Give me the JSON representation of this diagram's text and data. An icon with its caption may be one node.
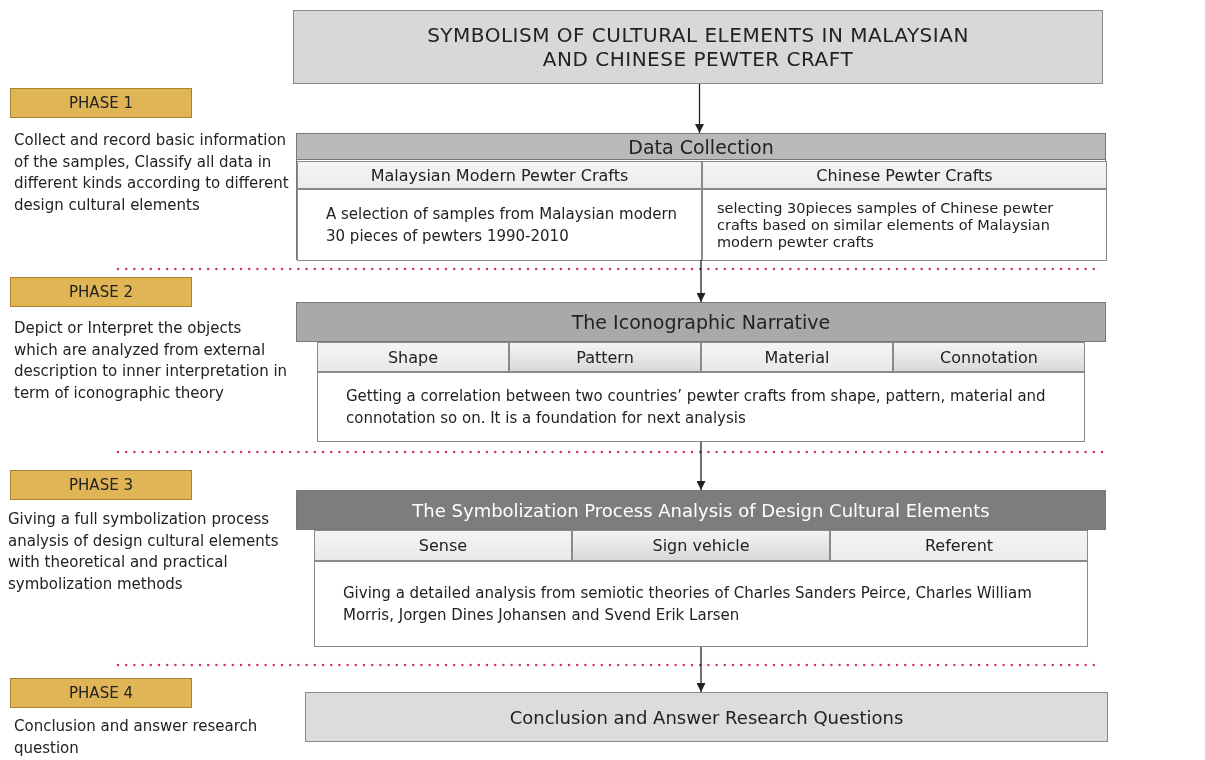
{
  "diagram": {
    "nodes": [
      {
        "text": [
          "SYMBOLISM OF CULTURAL ELEMENTS IN MALAYSIAN AND CHINESE PEWTER CRAFT"
        ]
      },
      {
        "text": [
          "Data Collection"
        ]
      },
      {
        "text": [
          "Malaysian Modern Pewter Crafts"
        ],
        "in": 1
      },
      {
        "text": [
          "Chinese Pewter Crafts"
        ],
        "in": 1
      },
      {
        "text": [
          "A selection of samples from Malaysian modern 30 pieces of pewters 1990-2010"
        ],
        "in": 1
      },
      {
        "text": [
          "selecting 30pieces samples of Chinese pewter crafts based on similar elements of Malaysian modern pewter crafts"
        ],
        "in": 1
      },
      {
        "text": [
          "The Iconographic Narrative"
        ]
      },
      {
        "text": [
          "Shape"
        ]
      },
      {
        "text": [
          "Pattern"
        ]
      },
      {
        "text": [
          "Material"
        ]
      },
      {
        "text": [
          "Connotation"
        ]
      },
      {
        "text": [
          "Getting a correlation between two countries’ pewter crafts from shape, pattern, material and connotation so on. It is a foundation for next analysis"
        ]
      },
      {
        "text": [
          "The Symbolization Process Analysis of Design Cultural Elements"
        ]
      },
      {
        "text": [
          "Sense"
        ]
      },
      {
        "text": [
          "Sign vehicle"
        ]
      },
      {
        "text": [
          "Referent"
        ]
      },
      {
        "text": [
          "Giving a detailed analysis from semiotic theories of Charles Sanders Peirce, Charles William Morris, Jorgen Dines Johansen and Svend Erik Larsen"
        ]
      },
      {
        "text": [
          "Conclusion and Answer Research Questions"
        ]
      },
      {
        "text": [
          "PHASE 1"
        ],
        "beside": [
          "Collect and record basic information of the samples, Classify all data in different kinds according to different design cultural elements"
        ]
      },
      {
        "text": [
          "PHASE 2"
        ],
        "beside": [
          "Depict or Interpret the objects which are analyzed from external description to inner interpretation in term of iconographic theory"
        ]
      },
      {
        "text": [
          "PHASE 3"
        ],
        "beside": [
          "Giving a full symbolization process analysis of design cultural elements with theoretical and practical symbolization methods"
        ]
      },
      {
        "text": [
          "PHASE 4"
        ],
        "beside": [
          "Conclusion and answer research question"
        ]
      }
    ],
    "edges": [
      {
        "from": 0,
        "to": 1,
        "arrow": "to"
      },
      {
        "from": 1,
        "to": 6,
        "arrow": "to"
      },
      {
        "from": 11,
        "to": 12,
        "arrow": "to"
      },
      {
        "from": 16,
        "to": 17,
        "arrow": "to"
      }
    ]
  }
}
